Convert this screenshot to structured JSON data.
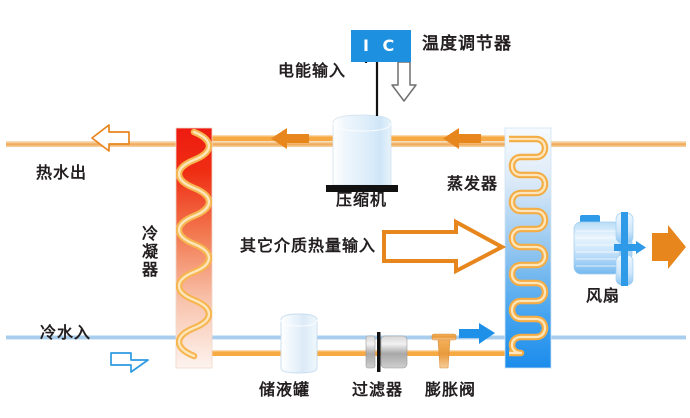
{
  "diagram": {
    "title": "heat-pump-water-heater-schematic",
    "labels": {
      "ic_chip": "I C",
      "thermostat": "温度调节器",
      "power_input": "电能输入",
      "hot_water_out": "热水出",
      "cold_water_in": "冷水入",
      "condenser": "冷凝器",
      "compressor": "压缩机",
      "evaporator": "蒸发器",
      "heat_input": "其它介质热量输入",
      "fan": "风扇",
      "receiver_tank": "储液罐",
      "filter": "过滤器",
      "expansion_valve": "膨胀阀"
    },
    "colors": {
      "ic_blue": "#1e90e0",
      "condenser_hot": "#ee1b10",
      "evaporator_cold": "#1e90e8",
      "refrigerant_pipe": "#f5a623",
      "hot_water_pipe": "#eeae66",
      "cold_water_pipe": "#a9cdec",
      "orange_arrow": "#e8861e",
      "blue_arrow": "#1e90e8",
      "text": "#231f20",
      "compressor_body": "#d8e8f4",
      "compressor_base": "#111111",
      "filter_body": "#b9b9b9",
      "background": "#ffffff"
    },
    "flow_arrows": {
      "hot_water_out_dir": "left",
      "cold_water_in_dir": "right",
      "top_refrigerant_dir": "left",
      "bottom_refrigerant_dir": "right",
      "heat_input_dir": "right",
      "fan_discharge_dir": "right",
      "power_dir": "down"
    }
  }
}
